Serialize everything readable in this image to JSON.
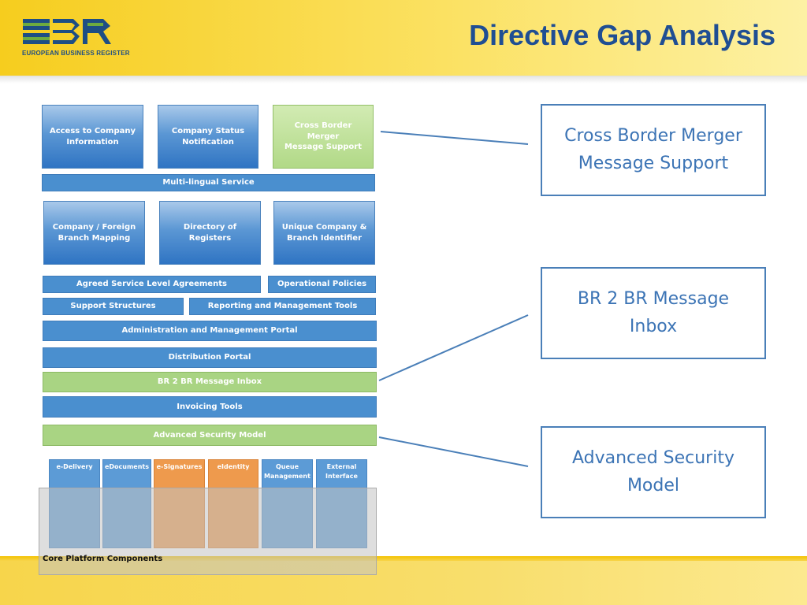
{
  "header": {
    "title": "Directive Gap Analysis",
    "logo_caption": "EUROPEAN BUSINESS REGISTER",
    "logo_icon": "ebr-logo"
  },
  "diagram": {
    "top_row": [
      "Access to Company\nInformation",
      "Company Status\nNotification",
      "Cross Border Merger\nMessage Support"
    ],
    "multilingual": "Multi-lingual Service",
    "mid_row": [
      "Company / Foreign\nBranch Mapping",
      "Directory of Registers",
      "Unique Company &\nBranch Identifier"
    ],
    "agreed_sla": "Agreed Service Level Agreements",
    "operational_policies": "Operational Policies",
    "support_structures": "Support Structures",
    "reporting_tools": "Reporting and Management Tools",
    "admin_portal": "Administration and Management Portal",
    "distribution_portal": "Distribution Portal",
    "br2br_inbox": "BR 2 BR Message Inbox",
    "invoicing": "Invoicing Tools",
    "security_model": "Advanced Security Model",
    "core_components": [
      "e-Delivery",
      "eDocuments",
      "e-Signatures",
      "eIdentity",
      "Queue\nManagement",
      "External\nInterface"
    ],
    "core_label": "Core Platform Components"
  },
  "callouts": [
    "Cross Border Merger\nMessage Support",
    "BR 2 BR Message\nInbox",
    "Advanced Security\nModel"
  ],
  "colors": {
    "title": "#1f4e93",
    "box_blue": "#4a8fcf",
    "box_green": "#a9d483",
    "box_orange": "#ee9a4d",
    "callout_border": "#4a7fb8",
    "callout_text": "#3c74b5",
    "header_yellow": "#f6cd1e"
  }
}
